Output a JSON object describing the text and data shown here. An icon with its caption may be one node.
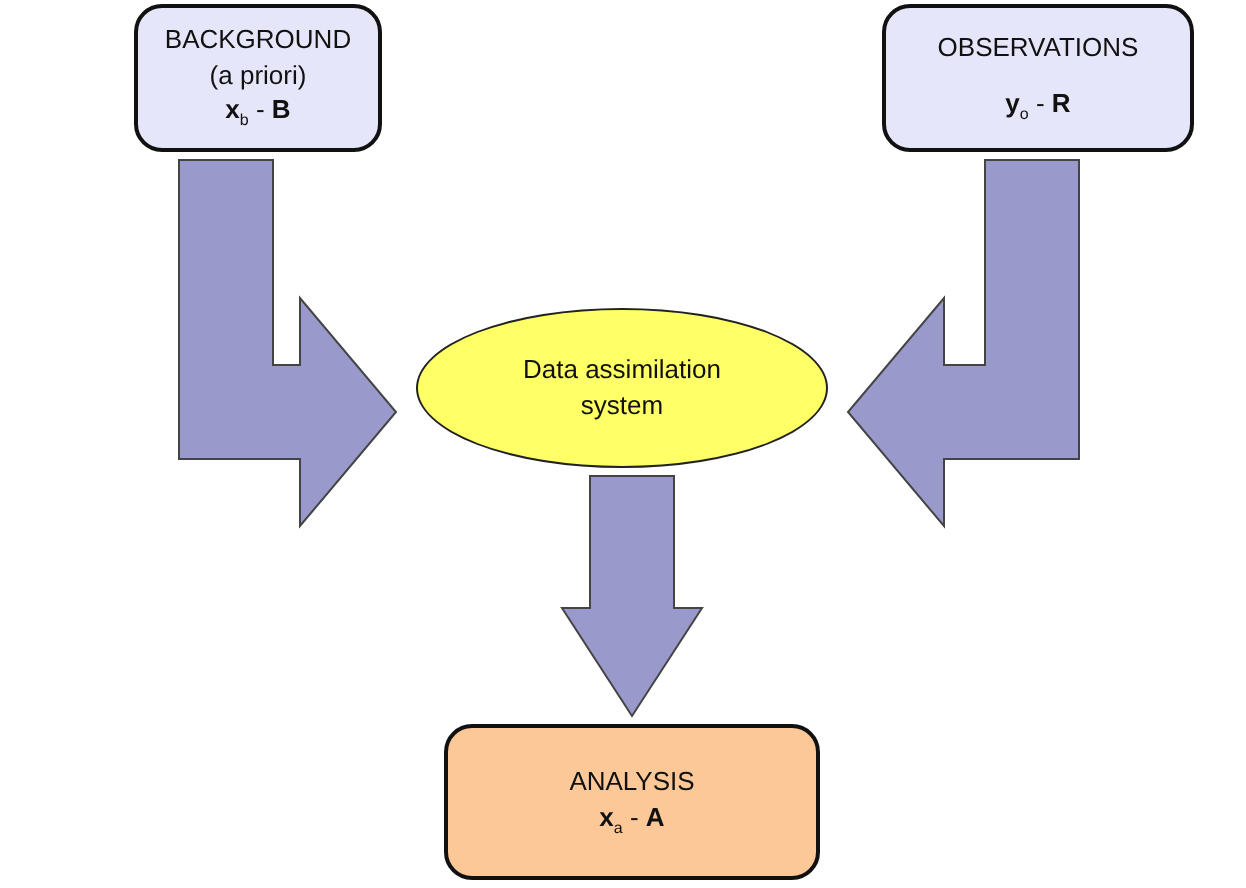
{
  "diagram": {
    "nodes": [
      {
        "text": [
          "BACKGROUND",
          "(a priori)",
          "**x**$_{b}$ - **B**"
        ]
      },
      {
        "text": [
          "OBSERVATIONS",
          "**y**$_{o}$ - **R**"
        ]
      },
      {
        "text": [
          "Data assimilation system"
        ]
      },
      {
        "text": [
          "ANALYSIS",
          "**x**$_{a}$ - **A**"
        ]
      }
    ],
    "edges": [
      {
        "from": 0,
        "to": 2,
        "arrow": "to"
      },
      {
        "from": 1,
        "to": 2,
        "arrow": "to"
      },
      {
        "from": 2,
        "to": 3,
        "arrow": "to"
      }
    ]
  }
}
